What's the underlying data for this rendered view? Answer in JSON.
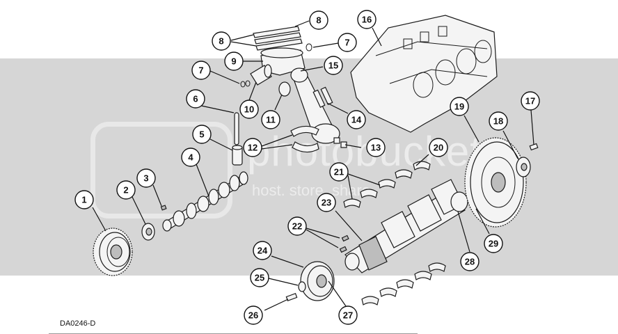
{
  "figure_code": "DA0246-D",
  "watermark": {
    "brand": "photobucket",
    "tagline": "host. store. share."
  },
  "callouts": [
    {
      "id": "c8a",
      "label": "8"
    },
    {
      "id": "c8b",
      "label": "8"
    },
    {
      "id": "c7a",
      "label": "7"
    },
    {
      "id": "c9",
      "label": "9"
    },
    {
      "id": "c7b",
      "label": "7"
    },
    {
      "id": "c10",
      "label": "10"
    },
    {
      "id": "c6",
      "label": "6"
    },
    {
      "id": "c5",
      "label": "5"
    },
    {
      "id": "c4",
      "label": "4"
    },
    {
      "id": "c3",
      "label": "3"
    },
    {
      "id": "c2",
      "label": "2"
    },
    {
      "id": "c1",
      "label": "1"
    },
    {
      "id": "c11",
      "label": "11"
    },
    {
      "id": "c12",
      "label": "12"
    },
    {
      "id": "c13",
      "label": "13"
    },
    {
      "id": "c14",
      "label": "14"
    },
    {
      "id": "c15",
      "label": "15"
    },
    {
      "id": "c16",
      "label": "16"
    },
    {
      "id": "c17",
      "label": "17"
    },
    {
      "id": "c18",
      "label": "18"
    },
    {
      "id": "c19",
      "label": "19"
    },
    {
      "id": "c20",
      "label": "20"
    },
    {
      "id": "c21",
      "label": "21"
    },
    {
      "id": "c22",
      "label": "22"
    },
    {
      "id": "c23",
      "label": "23"
    },
    {
      "id": "c24",
      "label": "24"
    },
    {
      "id": "c25",
      "label": "25"
    },
    {
      "id": "c26",
      "label": "26"
    },
    {
      "id": "c27",
      "label": "27"
    },
    {
      "id": "c28",
      "label": "28"
    },
    {
      "id": "c29",
      "label": "29"
    }
  ]
}
